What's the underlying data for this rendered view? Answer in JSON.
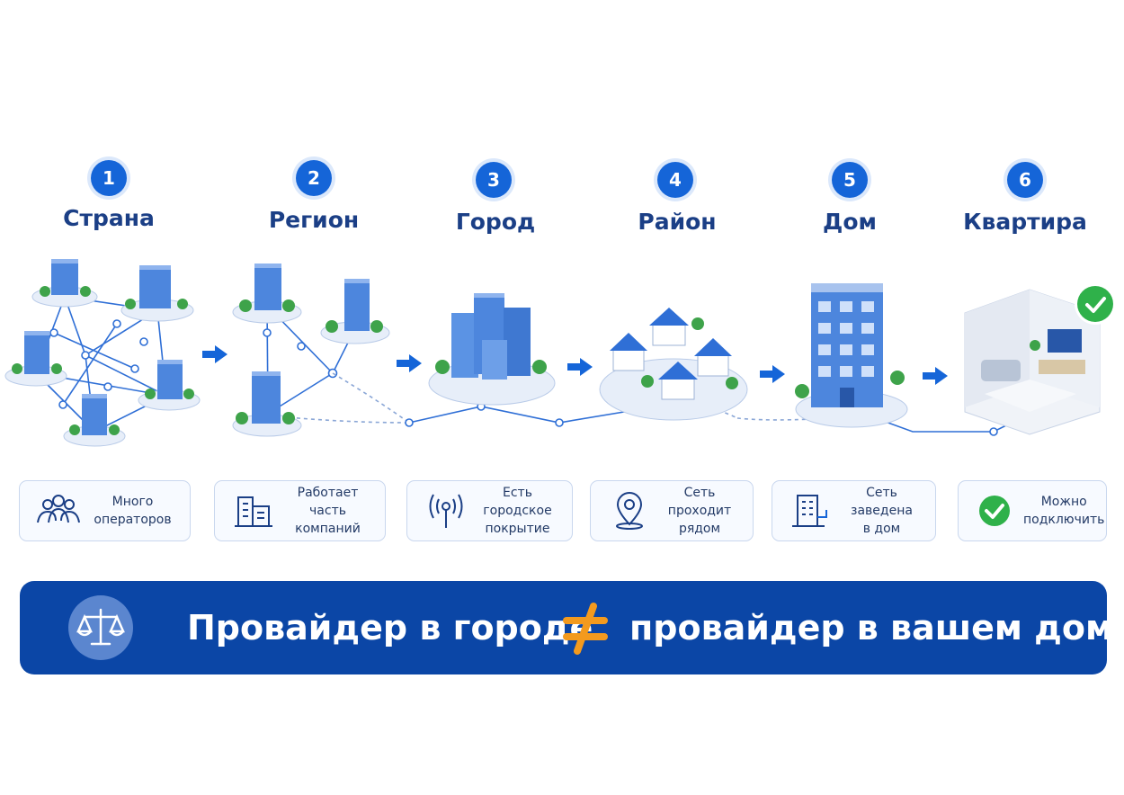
{
  "steps": [
    {
      "number": "1",
      "title": "Страна",
      "caption": "Много\nоператоров",
      "icon": "people-icon"
    },
    {
      "number": "2",
      "title": "Регион",
      "caption": "Работает\nчасть компаний",
      "icon": "office-buildings-icon"
    },
    {
      "number": "3",
      "title": "Город",
      "caption": "Есть городское\nпокрытие",
      "icon": "antenna-icon"
    },
    {
      "number": "4",
      "title": "Район",
      "caption": "Сеть проходит\nрядом",
      "icon": "location-pin-icon"
    },
    {
      "number": "5",
      "title": "Дом",
      "caption": "Сеть заведена\nв дом",
      "icon": "building-cable-icon"
    },
    {
      "number": "6",
      "title": "Квартира",
      "caption": "Можно\nподключить",
      "icon": "check-circle-icon"
    }
  ],
  "banner": {
    "left_text": "Провайдер в городе",
    "right_text": "провайдер в вашем доме",
    "symbol": "≠",
    "icon": "scales-icon"
  },
  "colors": {
    "primary": "#1565d8",
    "title": "#1b3f86",
    "banner": "#0b46a6",
    "accent": "#f39a1e",
    "success": "#2fb14a"
  }
}
